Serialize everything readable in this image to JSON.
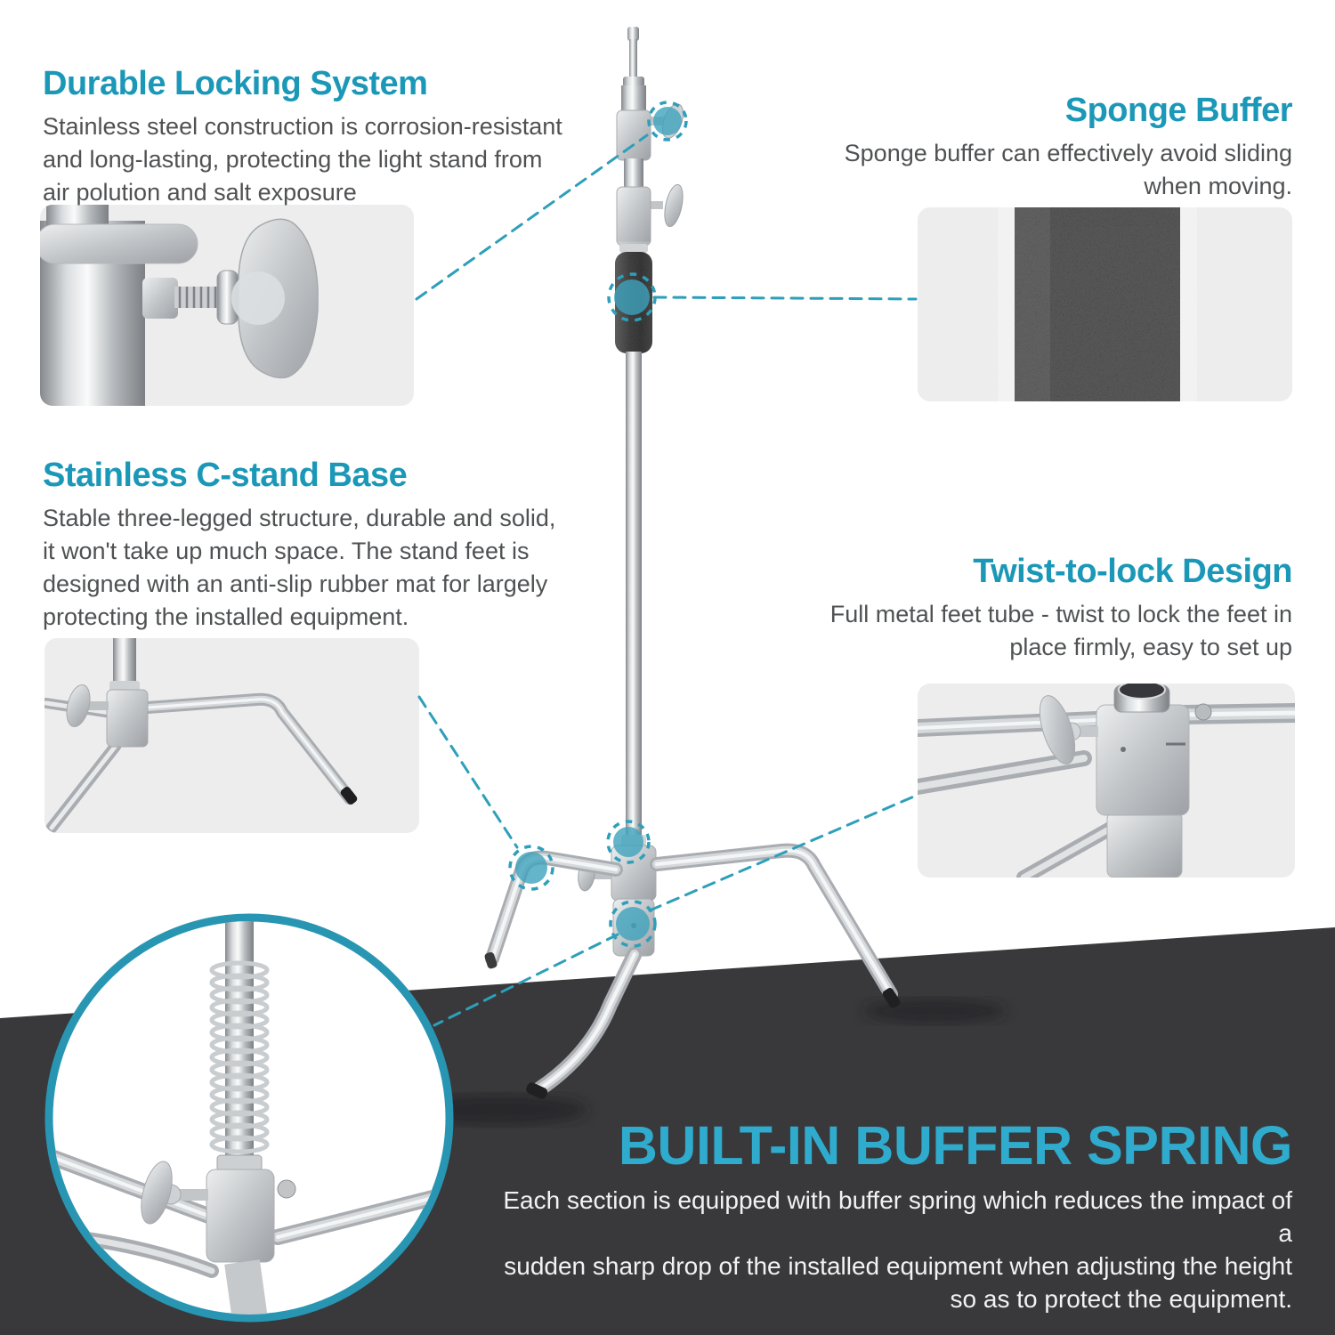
{
  "colors": {
    "accent": "#1b98b7",
    "accent_bright": "#2fabce",
    "callout": "#2e9fba",
    "body_text": "#4f5153",
    "inset_bg": "#ededee",
    "floor": "#39393b",
    "background": "#ffffff"
  },
  "sections": {
    "locking": {
      "title": "Durable Locking System",
      "body": "Stainless steel construction is corrosion-resistant\nand long-lasting, protecting the light stand from\nair polution and salt exposure"
    },
    "sponge": {
      "title": "Sponge Buffer",
      "body": "Sponge buffer can effectively avoid sliding\nwhen moving."
    },
    "base": {
      "title": "Stainless C-stand Base",
      "body": "Stable three-legged structure, durable and solid,\nit won't take up much space. The stand feet is\ndesigned with an anti-slip rubber mat for largely\nprotecting the installed equipment."
    },
    "twist": {
      "title": "Twist-to-lock Design",
      "body": "Full metal feet tube - twist to lock the feet in\nplace firmly, easy to set up"
    },
    "spring": {
      "title": "BUILT-IN BUFFER SPRING",
      "body": "Each section is equipped with buffer spring which reduces the impact of a\nsudden sharp drop of the installed equipment when adjusting the height\nso as to protect the equipment."
    }
  }
}
